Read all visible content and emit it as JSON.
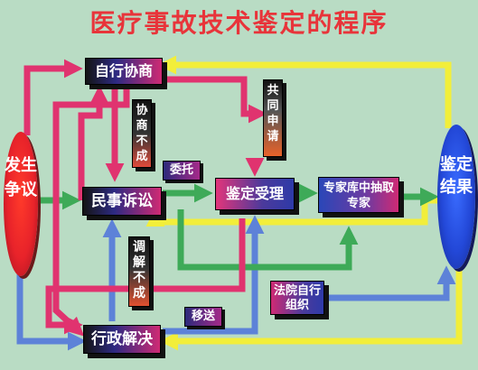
{
  "title": "医疗事故技术鉴定的程序",
  "nodes": {
    "dispute": "发生争议",
    "negotiate": "自行协商",
    "lawsuit": "民事诉讼",
    "admin": "行政解决",
    "accept": "鉴定受理",
    "experts": "专家库中抽取专家",
    "result": "鉴定结果",
    "court": "法院自行组织"
  },
  "labels": {
    "joint": "共同申请",
    "negotiation_failed": "协商不成",
    "mediation_failed": "调解不成",
    "entrust": "委托",
    "transfer": "移送"
  },
  "colors": {
    "background": "#b9dcc4",
    "title": "#e8343a",
    "pink_arrow": "#e0336f",
    "yellow_arrow": "#f2ee3a",
    "blue_arrow": "#5d82d8",
    "green_arrow": "#3eaa58"
  }
}
